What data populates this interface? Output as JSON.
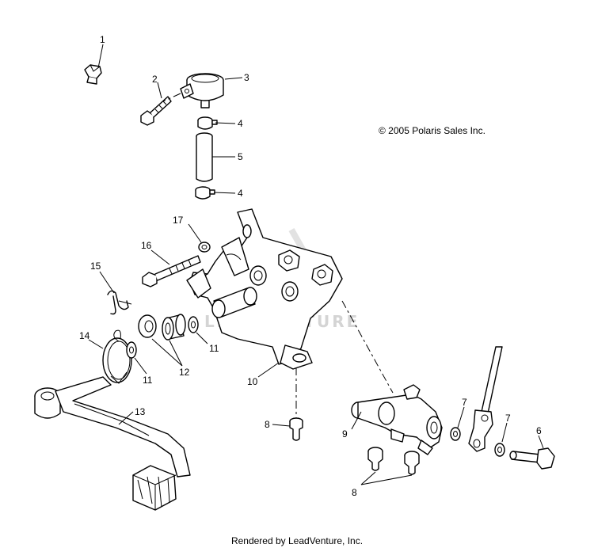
{
  "copyright": "© 2005 Polaris Sales Inc.",
  "footer": "Rendered by LeadVenture, Inc.",
  "watermark": "LEADVENTURE",
  "callouts": {
    "c1": "1",
    "c2": "2",
    "c3": "3",
    "c4a": "4",
    "c4b": "4",
    "c5": "5",
    "c6": "6",
    "c7a": "7",
    "c7b": "7",
    "c8a": "8",
    "c8b": "8",
    "c9": "9",
    "c10": "10",
    "c11a": "11",
    "c11b": "11",
    "c12": "12",
    "c13": "13",
    "c14": "14",
    "c15": "15",
    "c16": "16",
    "c17": "17"
  }
}
